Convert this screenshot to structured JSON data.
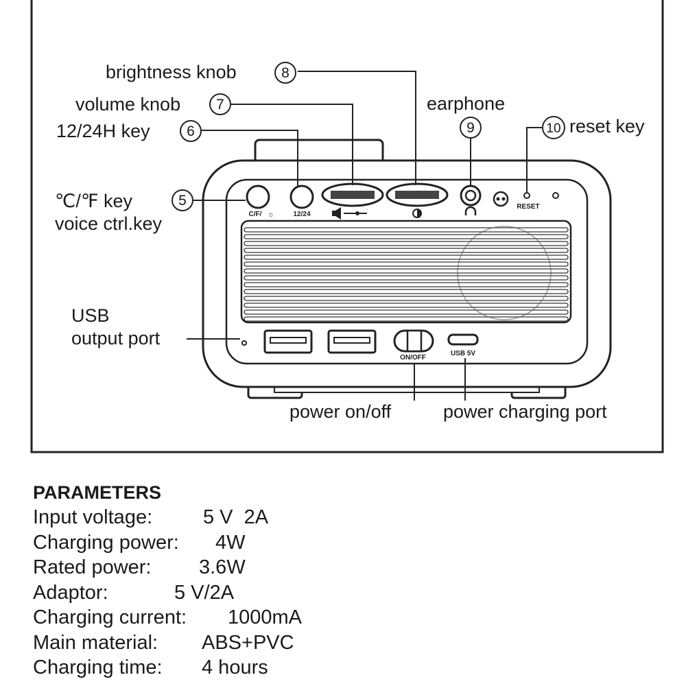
{
  "diagram": {
    "callouts": [
      {
        "num": "5",
        "label_lines": [
          "℃/℉  key",
          "voice ctrl.key"
        ]
      },
      {
        "num": "6",
        "label": "12/24H key"
      },
      {
        "num": "7",
        "label": "volume knob"
      },
      {
        "num": "8",
        "label": "brightness knob"
      },
      {
        "num": "9",
        "label": "earphone"
      },
      {
        "num": "10",
        "label": "reset key"
      }
    ],
    "other_labels": {
      "usb_output_line1": "USB",
      "usb_output_line2": "output port",
      "power_onoff": "power on/off",
      "power_charging_port": "power charging port"
    },
    "device_markings": {
      "cf_key": "C/F/",
      "key_1224": "12/24",
      "reset": "RESET",
      "onoff": "ON/OFF",
      "usb5v": "USB 5V"
    }
  },
  "parameters": {
    "title": "PARAMETERS",
    "rows": [
      {
        "key": "Input voltage:",
        "value": "5 V  2A"
      },
      {
        "key": "Charging power:",
        "value": "4W"
      },
      {
        "key": "Rated power:",
        "value": "3.6W"
      },
      {
        "key": "Adaptor:",
        "value": "5 V/2A"
      },
      {
        "key": "Charging current:",
        "value": "1000mA"
      },
      {
        "key": "Main material:",
        "value": "ABS+PVC"
      },
      {
        "key": "Charging time:",
        "value": "4 hours"
      }
    ]
  }
}
